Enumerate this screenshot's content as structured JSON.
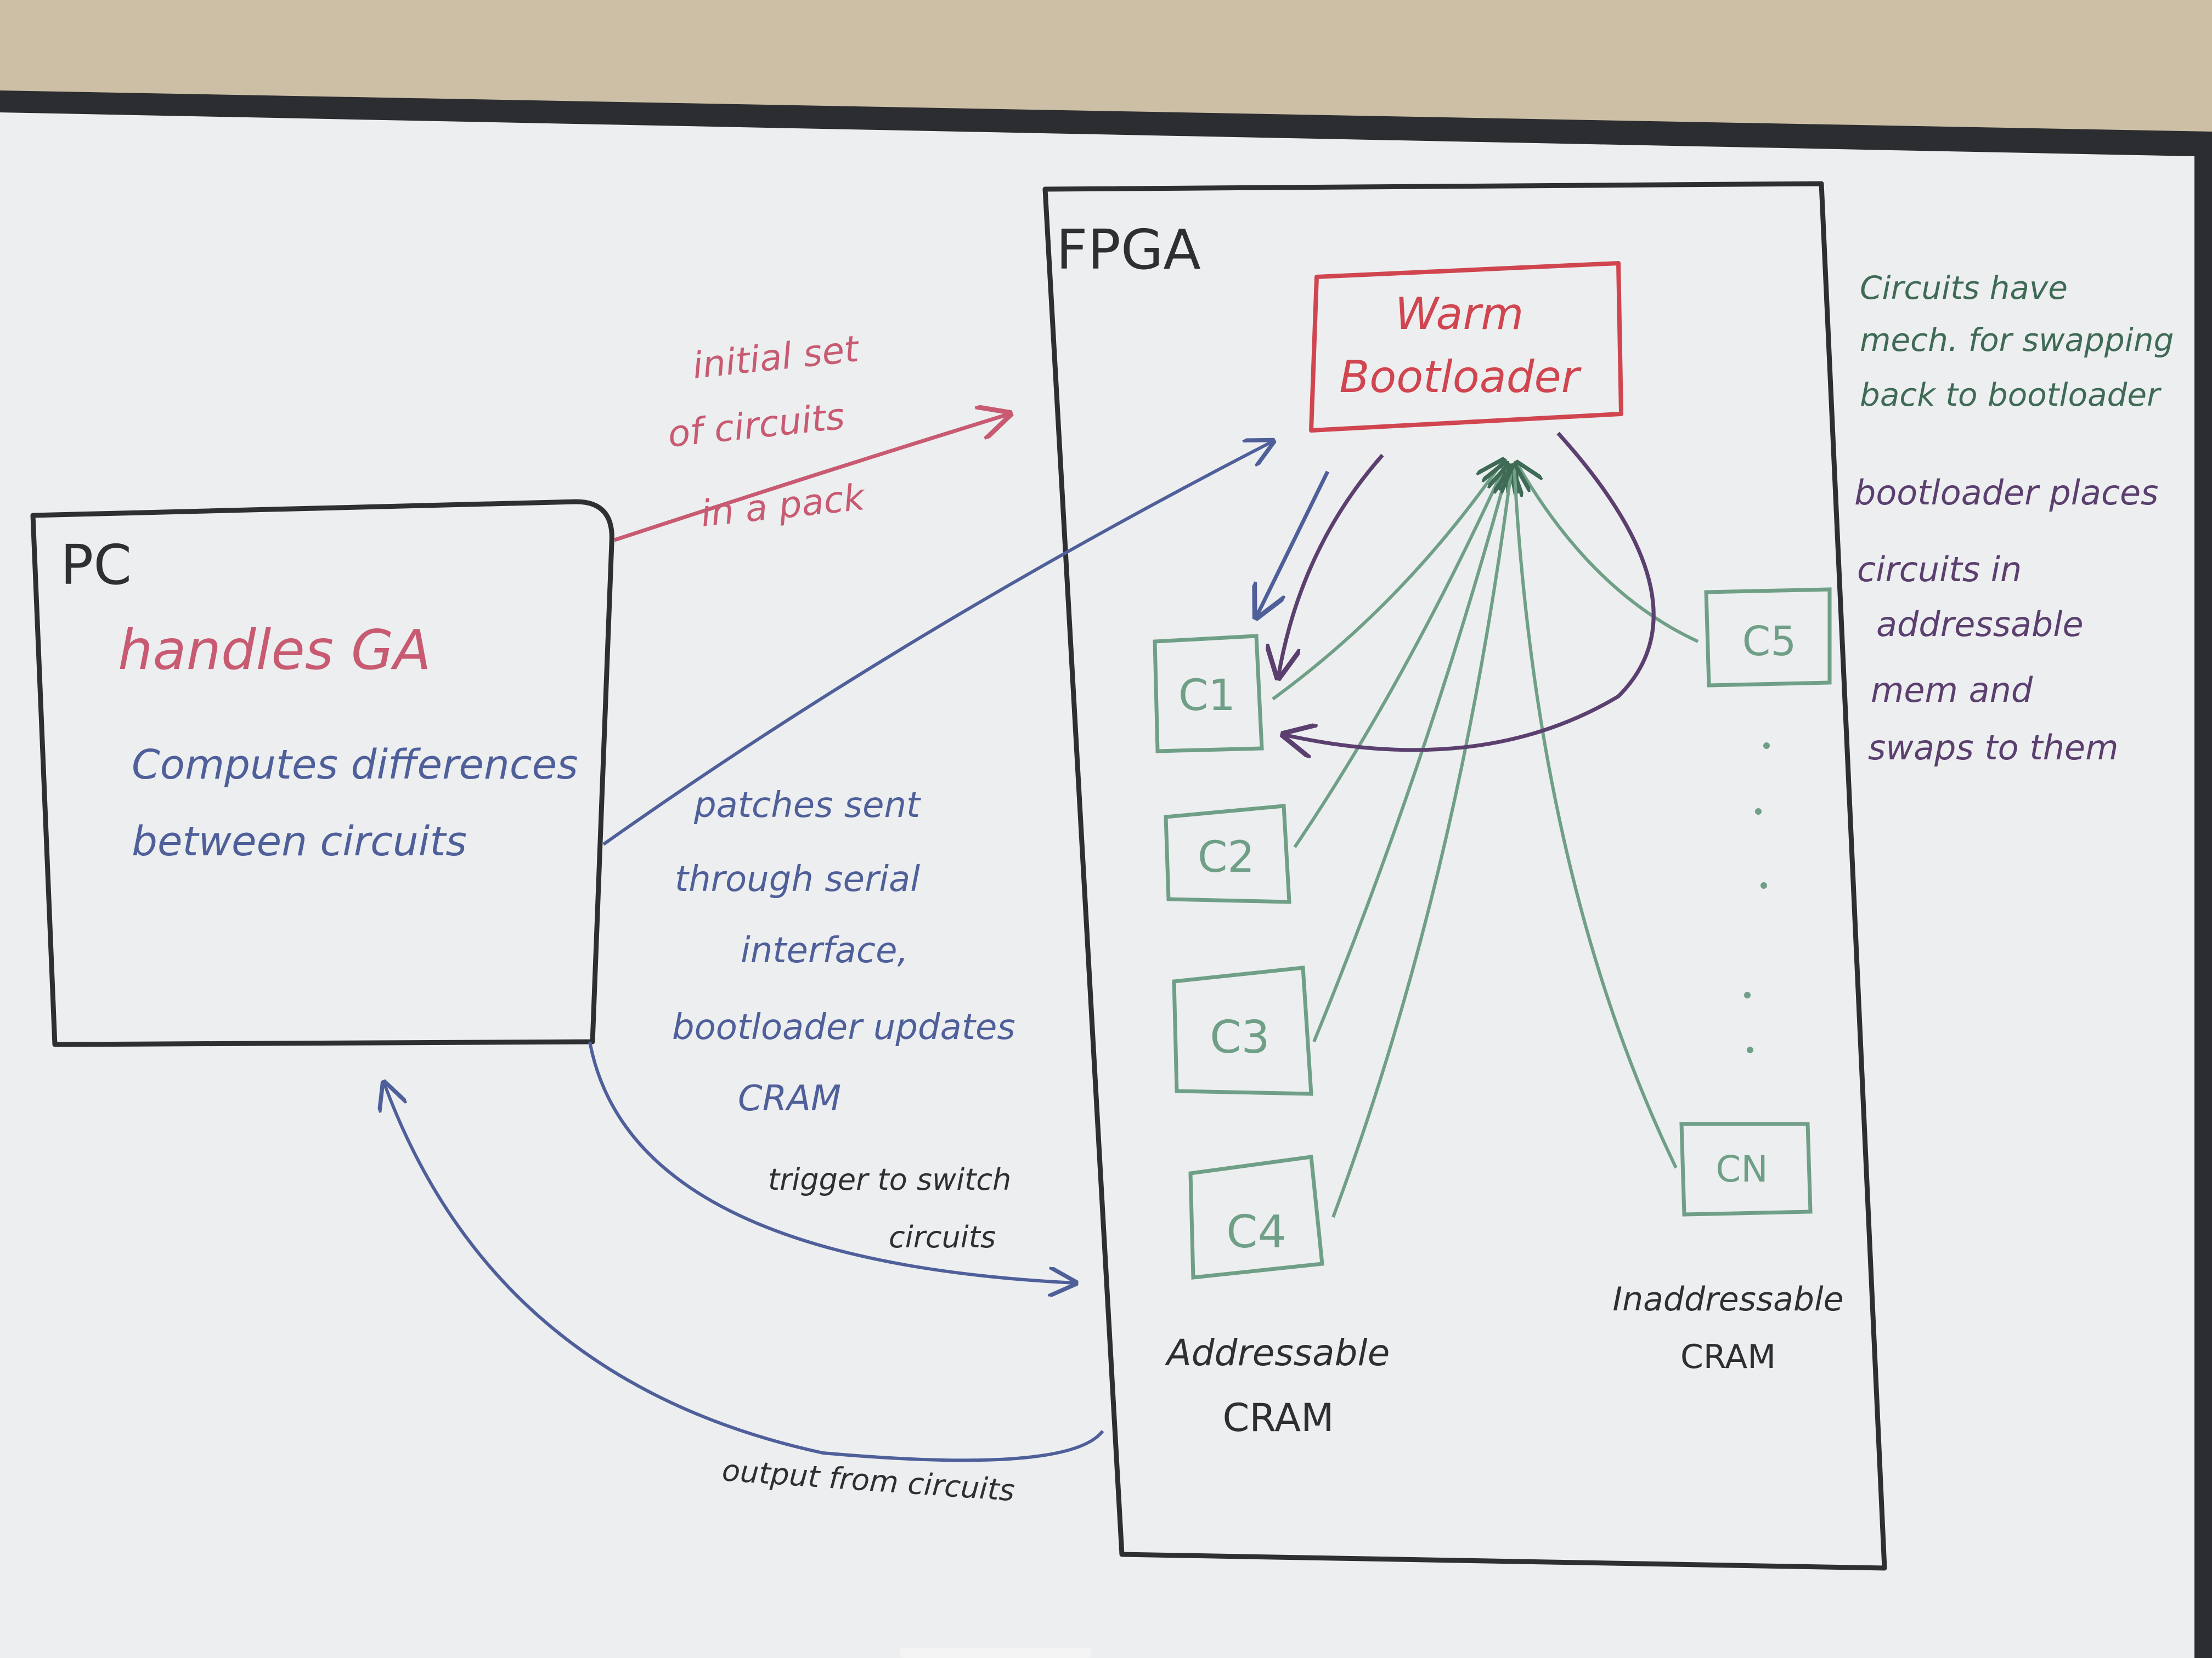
{
  "colors": {
    "wall": "#cdbfa6",
    "frame": "#2b2d30",
    "board": "#eceeef",
    "ink_black": "#2e2f33",
    "ink_red": "#d0454f",
    "ink_pink": "#c85a72",
    "ink_blue": "#4f5f9a",
    "ink_green": "#6f9f86",
    "ink_dark_green": "#3f6a55",
    "ink_purple": "#5b3f6e"
  },
  "pc": {
    "title": "PC",
    "line1": "handles GA",
    "line2a": "Computes differences",
    "line2b": "between circuits"
  },
  "fpga": {
    "title": "FPGA",
    "bootloader_line1": "Warm",
    "bootloader_line2": "Bootloader",
    "circuits": [
      "C1",
      "C2",
      "C3",
      "C4",
      "C5",
      "CN"
    ],
    "addressable_line1": "Addressable",
    "addressable_line2": "CRAM",
    "inaddressable_line1": "Inaddressable",
    "inaddressable_line2": "CRAM"
  },
  "arrows": {
    "initial": [
      "initial set",
      "of circuits",
      "in a pack"
    ],
    "patches": [
      "patches sent",
      "through serial",
      "interface,",
      "bootloader updates",
      "CRAM"
    ],
    "trigger": [
      "trigger to switch",
      "circuits"
    ],
    "output": "output from circuits"
  },
  "notes": {
    "green": [
      "Circuits have",
      "mech. for swapping",
      "back to bootloader"
    ],
    "purple": [
      "bootloader places",
      "circuits in",
      "addressable",
      "mem and",
      "swaps to them"
    ]
  }
}
